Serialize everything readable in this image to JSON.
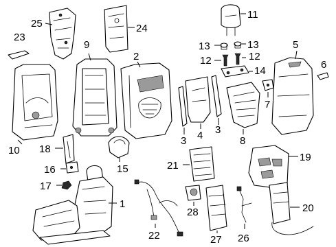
{
  "callouts": {
    "c1": "1",
    "c2": "2",
    "c3a": "3",
    "c3b": "3",
    "c4": "4",
    "c5": "5",
    "c6": "6",
    "c7": "7",
    "c8": "8",
    "c9": "9",
    "c10": "10",
    "c11": "11",
    "c12a": "12",
    "c12b": "12",
    "c13a": "13",
    "c13b": "13",
    "c14": "14",
    "c15": "15",
    "c16": "16",
    "c17": "17",
    "c18": "18",
    "c19": "19",
    "c20": "20",
    "c21": "21",
    "c22": "22",
    "c23": "23",
    "c24": "24",
    "c25": "25",
    "c26": "26",
    "c27": "27",
    "c28": "28"
  }
}
